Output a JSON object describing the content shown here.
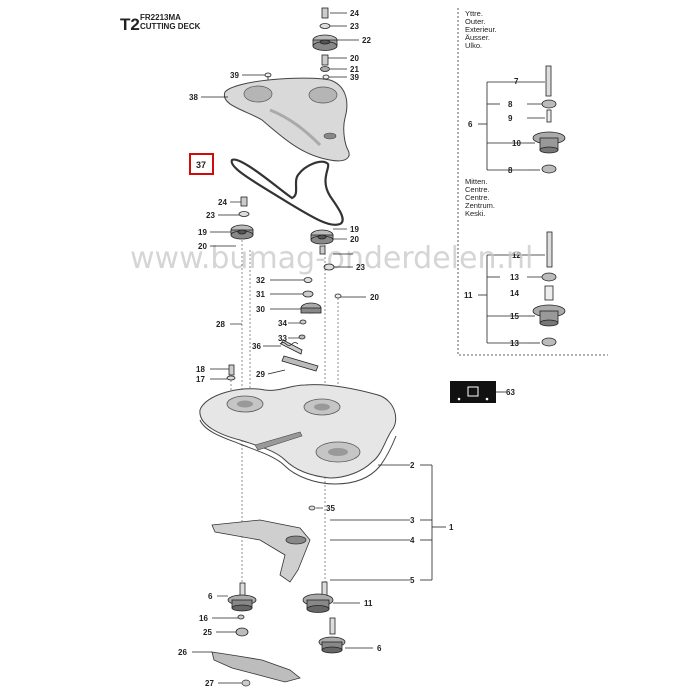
{
  "diagram": {
    "page_code": "T2",
    "model": "FR2213MA",
    "section": "CUTTING DECK",
    "languages_outer": [
      "Yttre.",
      "Outer.",
      "Exterieur.",
      "Äusser.",
      "Ulko."
    ],
    "languages_centre": [
      "Mitten.",
      "Centre.",
      "Centre.",
      "Zentrum.",
      "Keski."
    ],
    "highlighted_part": "37",
    "watermark": "www.bumag-onderdelen.nl",
    "callouts": {
      "p24": "24",
      "p23a": "23",
      "p22": "22",
      "p20a": "20",
      "p21": "21",
      "p39a": "39",
      "p39b": "39",
      "p38": "38",
      "p24b": "24",
      "p23b": "23",
      "p19a": "19",
      "p20b": "20",
      "p19b": "19",
      "p20c": "20",
      "p23c": "23",
      "p20d": "20",
      "p32": "32",
      "p31": "31",
      "p30": "30",
      "p34": "34",
      "p33": "33",
      "p36": "36",
      "p28": "28",
      "p29": "29",
      "p18": "18",
      "p17": "17",
      "p2": "2",
      "p3": "3",
      "p1": "1",
      "p4": "4",
      "p5": "5",
      "p35": "35",
      "p6a": "6",
      "p16": "16",
      "p25": "25",
      "p26": "26",
      "p27": "27",
      "p11a": "11",
      "p6b": "6",
      "r7": "7",
      "r8a": "8",
      "r6": "6",
      "r9": "9",
      "r10": "10",
      "r8b": "8",
      "r12": "12",
      "r13a": "13",
      "r11": "11",
      "r14": "14",
      "r15": "15",
      "r13b": "13",
      "r63": "63"
    }
  }
}
